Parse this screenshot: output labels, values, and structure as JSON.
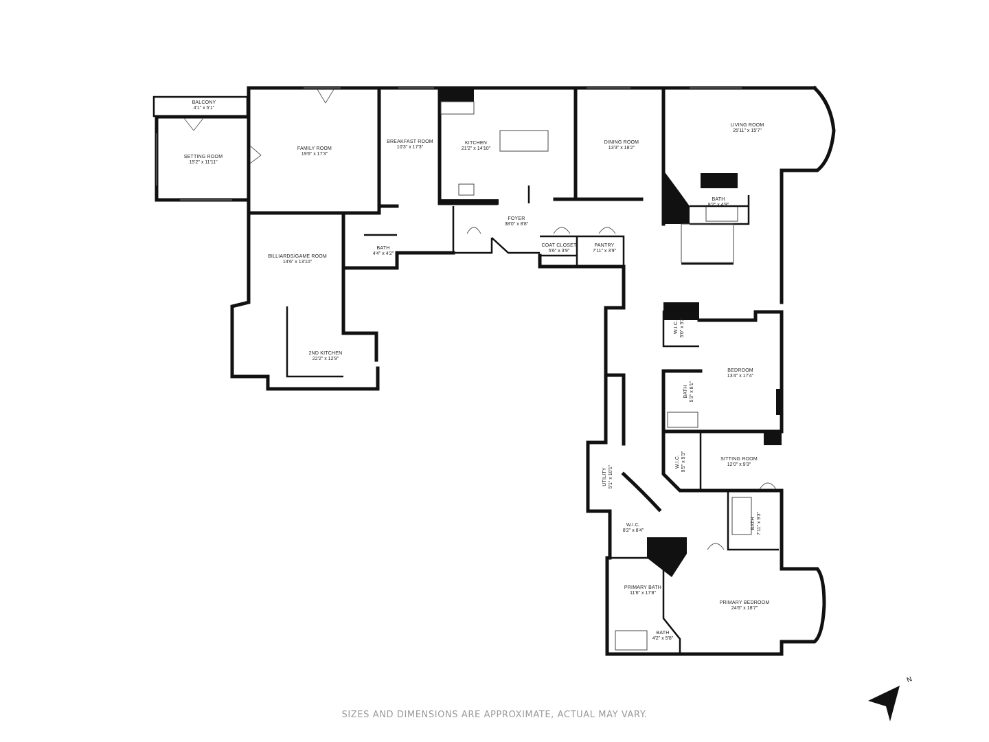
{
  "rooms": {
    "balcony": {
      "name": "BALCONY",
      "dim": "4'1\" x 5'1\""
    },
    "setting_room": {
      "name": "SETTING ROOM",
      "dim": "15'2\" x 11'11\""
    },
    "family_room": {
      "name": "FAMILY ROOM",
      "dim": "19'6\" x 17'3\""
    },
    "breakfast_room": {
      "name": "BREAKFAST ROOM",
      "dim": "10'3\" x 17'3\""
    },
    "kitchen": {
      "name": "KITCHEN",
      "dim": "21'2\" x 14'10\""
    },
    "dining_room": {
      "name": "DINING ROOM",
      "dim": "13'3\" x 18'2\""
    },
    "living_room": {
      "name": "LIVING ROOM",
      "dim": "25'11\" x 15'7\""
    },
    "bath_upper": {
      "name": "BATH",
      "dim": "8'2\" x 4'9\""
    },
    "foyer": {
      "name": "FOYER",
      "dim": "38'0\" x 8'8\""
    },
    "coat_closet": {
      "name": "COAT CLOSET",
      "dim": "5'6\" x 3'9\""
    },
    "pantry": {
      "name": "PANTRY",
      "dim": "7'11\" x 3'9\""
    },
    "bath_west": {
      "name": "BATH",
      "dim": "4'4\" x 4'2\""
    },
    "billiards_room": {
      "name": "BILLIARDS/GAME ROOM",
      "dim": "14'6\" x 13'10\""
    },
    "second_kitchen": {
      "name": "2ND KITCHEN",
      "dim": "22'2\" x 12'9\""
    },
    "wic_bedroom": {
      "name": "W.I.C.",
      "dim": "5'0\" x 5'2\""
    },
    "bedroom": {
      "name": "BEDROOM",
      "dim": "13'4\" x 17'4\""
    },
    "bath_bedroom": {
      "name": "BATH",
      "dim": "5'3\" x 8'1\""
    },
    "wic_middle": {
      "name": "W.I.C.",
      "dim": "9'5\" x 9'3\""
    },
    "sitting_room": {
      "name": "SITTING ROOM",
      "dim": "12'0\" x 9'3\""
    },
    "utility": {
      "name": "UTILITY",
      "dim": "5'1\" x 10'1\""
    },
    "wic_primary": {
      "name": "W.I.C.",
      "dim": "8'2\" x 8'4\""
    },
    "bath_east": {
      "name": "BATH",
      "dim": "7'11\" x 9'3\""
    },
    "primary_bath": {
      "name": "PRIMARY BATH",
      "dim": "11'6\" x 17'8\""
    },
    "bath_small": {
      "name": "BATH",
      "dim": "4'2\" x 5'8\""
    },
    "primary_bedroom": {
      "name": "PRIMARY BEDROOM",
      "dim": "24'6\" x 18'7\""
    }
  },
  "compass": {
    "icon": "north-arrow-icon",
    "label": "N"
  },
  "disclaimer": "SIZES AND DIMENSIONS ARE APPROXIMATE, ACTUAL MAY VARY."
}
